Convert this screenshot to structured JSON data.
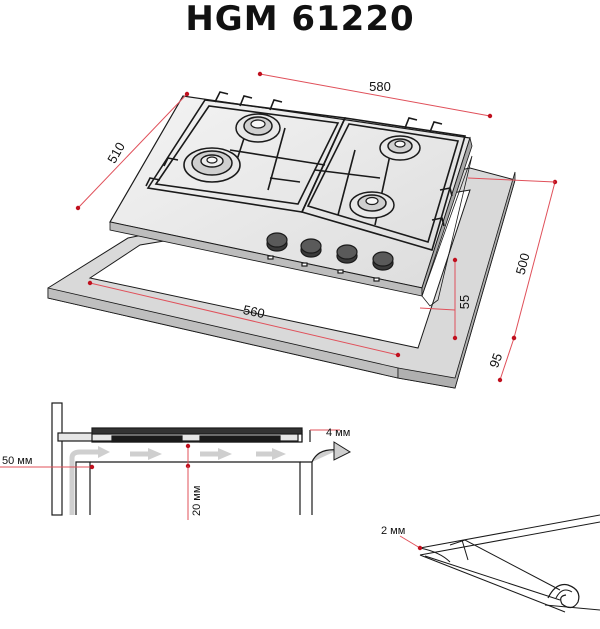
{
  "title": "HGM 61220",
  "dimensions": {
    "width_top": "580",
    "depth_top": "510",
    "height_right": "500",
    "cutout_depth": "55",
    "cutout_width": "560",
    "offset_bottom": "95"
  },
  "side_view": {
    "clearance_side": "50 мм",
    "clearance_bottom": "20 мм",
    "gap_right": "4 мм"
  },
  "seal_detail": {
    "seal_thickness": "2 мм"
  },
  "colors": {
    "dimension_line": "#e0505a",
    "dimension_dot": "#c0101e",
    "outline": "#1a1a1a",
    "countertop": "#d8d8d8",
    "airflow_arrow": "#cfcfcf"
  }
}
